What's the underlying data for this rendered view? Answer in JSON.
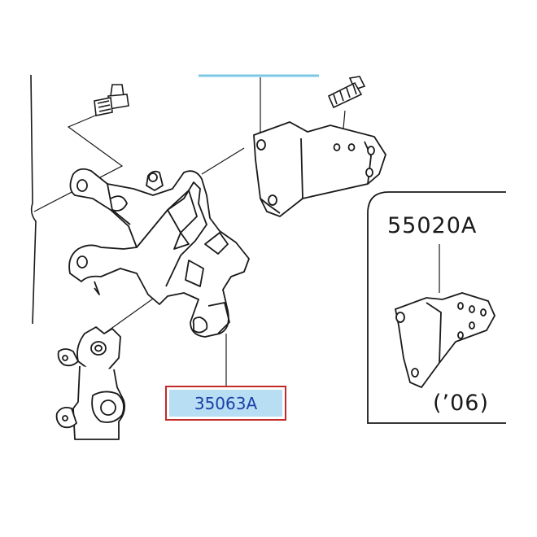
{
  "diagram": {
    "callouts": {
      "main_part": "35063A",
      "inset_part": "55020A",
      "inset_note": "(’06)"
    },
    "colors": {
      "line": "#1a1a1a",
      "highlight_bar": "#7cc8e3",
      "callout_border": "#c22a2a",
      "callout_fill": "#b7def3",
      "callout_text": "#1a3fa8"
    }
  }
}
